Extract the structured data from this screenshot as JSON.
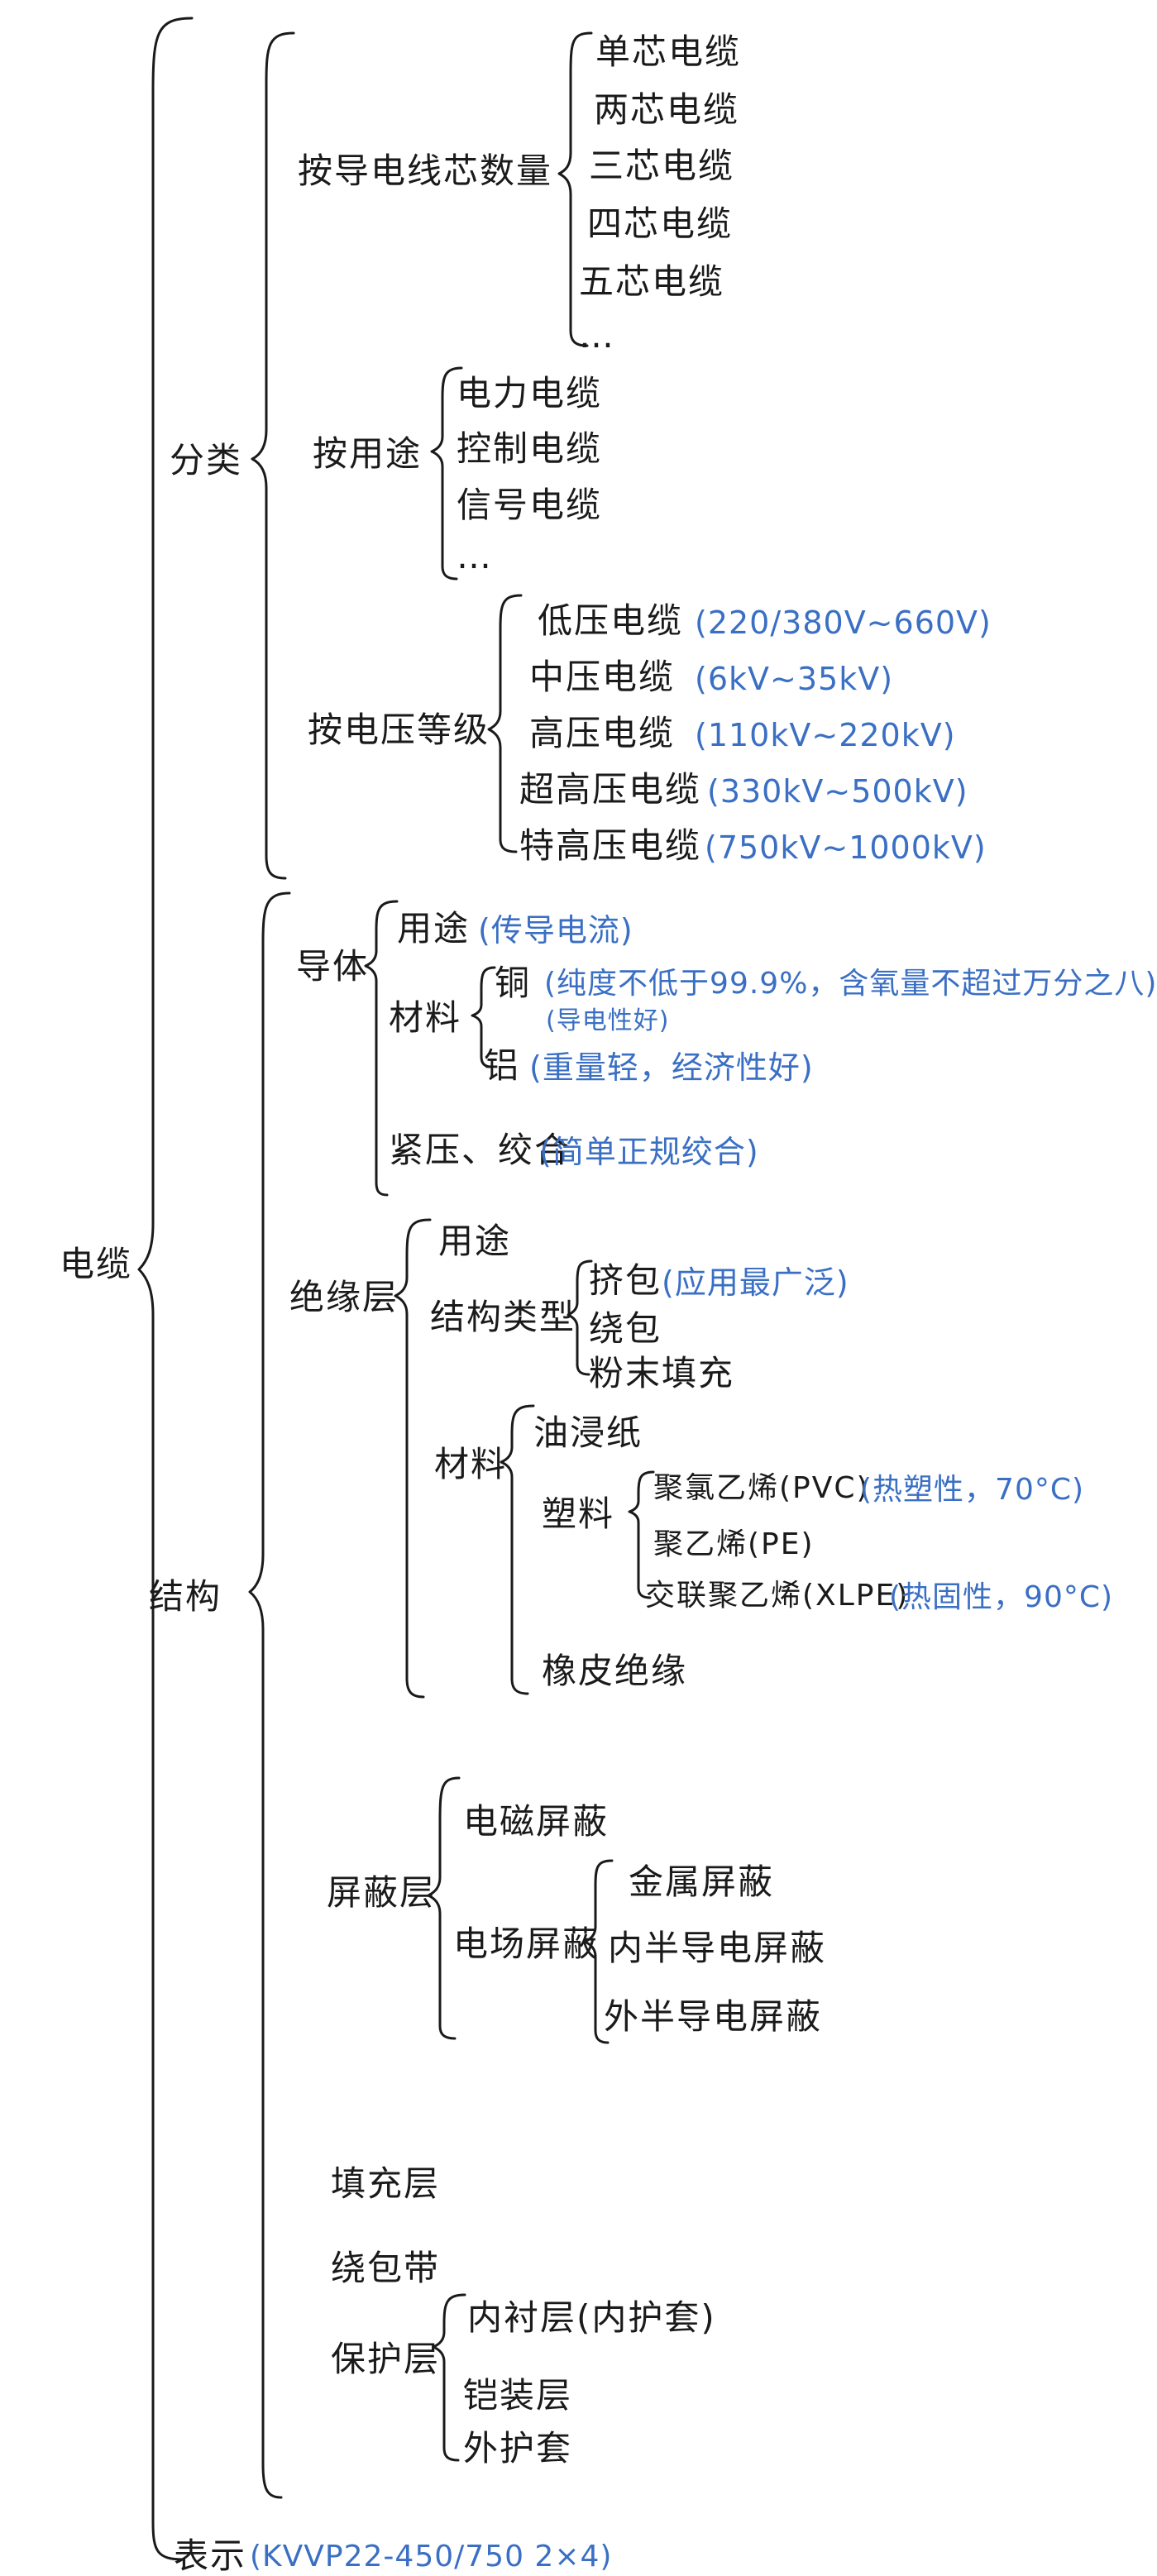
{
  "root": "电缆",
  "classification": {
    "label": "分类",
    "by_cores": {
      "label": "按导电线芯数量",
      "items": [
        "单芯电缆",
        "两芯电缆",
        "三芯电缆",
        "四芯电缆",
        "五芯电缆",
        "…"
      ]
    },
    "by_use": {
      "label": "按用途",
      "items": [
        "电力电缆",
        "控制电缆",
        "信号电缆",
        "…"
      ]
    },
    "by_voltage": {
      "label": "按电压等级",
      "items": [
        {
          "name": "低压电缆",
          "note": "(220/380V~660V)"
        },
        {
          "name": "中压电缆",
          "note": "(6kV~35kV)"
        },
        {
          "name": "高压电缆",
          "note": "(110kV~220kV)"
        },
        {
          "name": "超高压电缆",
          "note": "(330kV~500kV)"
        },
        {
          "name": "特高压电缆",
          "note": "(750kV~1000kV)"
        }
      ]
    }
  },
  "structure": {
    "label": "结构",
    "conductor": {
      "label": "导体",
      "use": {
        "name": "用途",
        "note": "(传导电流)"
      },
      "material": {
        "label": "材料",
        "copper": {
          "name": "铜",
          "note": "(纯度不低于99.9%，含氧量不超过万分之八)",
          "note2": "(导电性好)"
        },
        "aluminum": {
          "name": "铝",
          "note": "(重量轻，经济性好)"
        }
      },
      "compress": {
        "name": "紧压、绞合",
        "note": "(简单正规绞合)"
      }
    },
    "insulation": {
      "label": "绝缘层",
      "use": "用途",
      "type": {
        "label": "结构类型",
        "items": [
          {
            "name": "挤包",
            "note": "(应用最广泛)"
          },
          {
            "name": "绕包",
            "note": ""
          },
          {
            "name": "粉末填充",
            "note": ""
          }
        ]
      },
      "material": {
        "label": "材料",
        "oil_paper": "油浸纸",
        "plastic": {
          "label": "塑料",
          "items": [
            {
              "name": "聚氯乙烯(PVC)",
              "note": "(热塑性，70°C)"
            },
            {
              "name": "聚乙烯(PE)",
              "note": ""
            },
            {
              "name": "交联聚乙烯(XLPE)",
              "note": "(热固性，90°C)"
            }
          ]
        },
        "rubber": "橡皮绝缘"
      }
    },
    "shield": {
      "label": "屏蔽层",
      "em": "电磁屏蔽",
      "ef": {
        "label": "电场屏蔽",
        "items": [
          "金属屏蔽",
          "内半导电屏蔽",
          "外半导电屏蔽"
        ]
      }
    },
    "filler": "填充层",
    "tape": "绕包带",
    "protect": {
      "label": "保护层",
      "items": [
        "内衬层(内护套)",
        "铠装层",
        "外护套"
      ]
    }
  },
  "notation": {
    "label": "表示",
    "note": "(KVVP22-450/750 2×4)"
  }
}
